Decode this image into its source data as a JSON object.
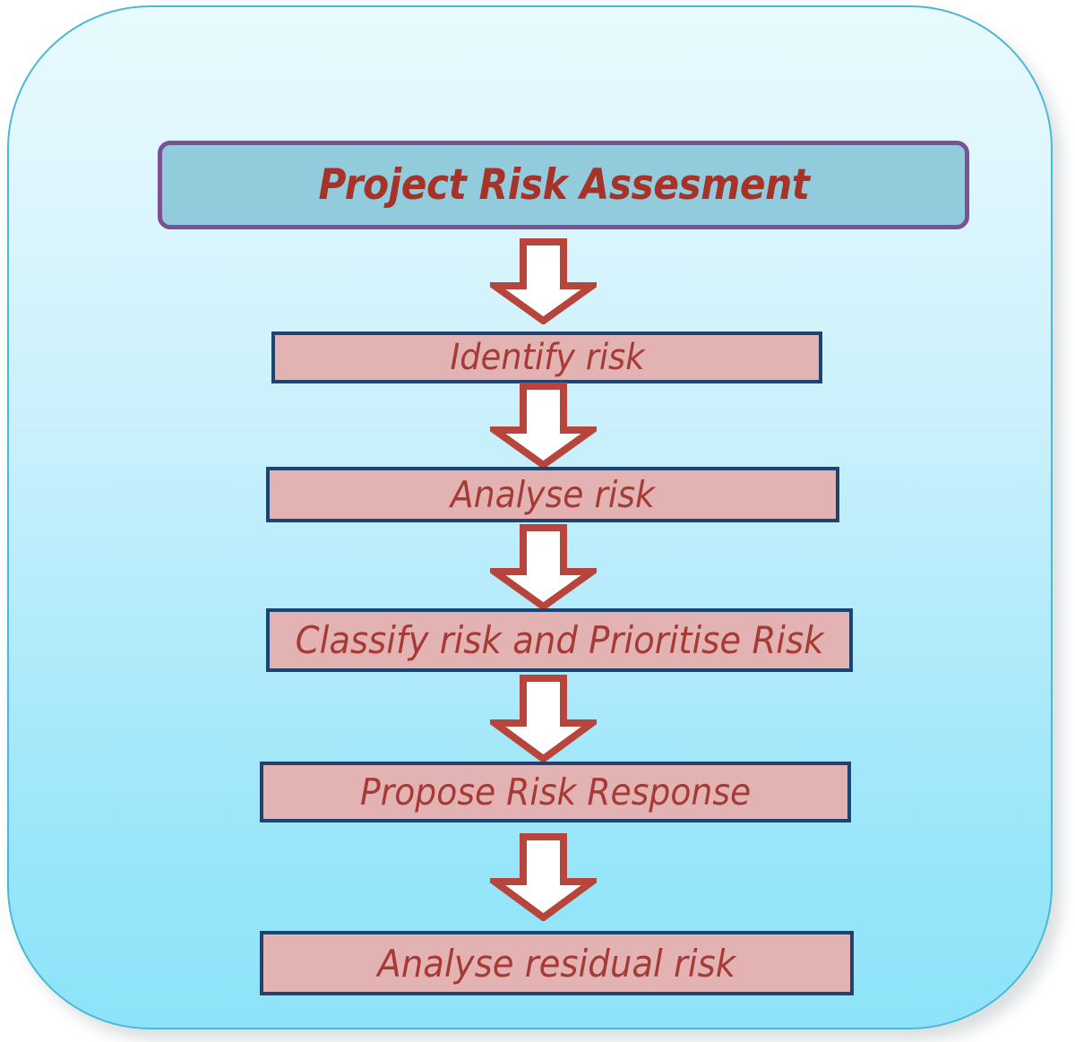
{
  "diagram": {
    "type": "flowchart",
    "orientation": "vertical-top-down",
    "title_box": {
      "label": "Project Risk Assesment",
      "fill_color": "#91cbdc",
      "border_color": "#7a5194",
      "text_color": "#a63228"
    },
    "step_fill_color": "#e3b3b3",
    "step_border_color": "#1f4371",
    "step_text_color": "#a63a34",
    "arrow_fill_color": "#ffffff",
    "arrow_border_color": "#b8453c",
    "panel_border_color": "#4bb8d4",
    "panel_gradient_top": "#e8fafd",
    "panel_gradient_bottom": "#8ee3f8",
    "steps": [
      {
        "id": "step-1",
        "label": "Identify risk"
      },
      {
        "id": "step-2",
        "label": "Analyse risk"
      },
      {
        "id": "step-3",
        "label": "Classify risk and Prioritise Risk"
      },
      {
        "id": "step-4",
        "label": "Propose Risk Response"
      },
      {
        "id": "step-5",
        "label": "Analyse residual risk"
      }
    ],
    "connectors": [
      {
        "id": "arrow-1",
        "icon": "down-arrow-icon",
        "from": "title_box",
        "to": "step-1"
      },
      {
        "id": "arrow-2",
        "icon": "down-arrow-icon",
        "from": "step-1",
        "to": "step-2"
      },
      {
        "id": "arrow-3",
        "icon": "down-arrow-icon",
        "from": "step-2",
        "to": "step-3"
      },
      {
        "id": "arrow-4",
        "icon": "down-arrow-icon",
        "from": "step-3",
        "to": "step-4"
      },
      {
        "id": "arrow-5",
        "icon": "down-arrow-icon",
        "from": "step-4",
        "to": "step-5"
      }
    ]
  }
}
